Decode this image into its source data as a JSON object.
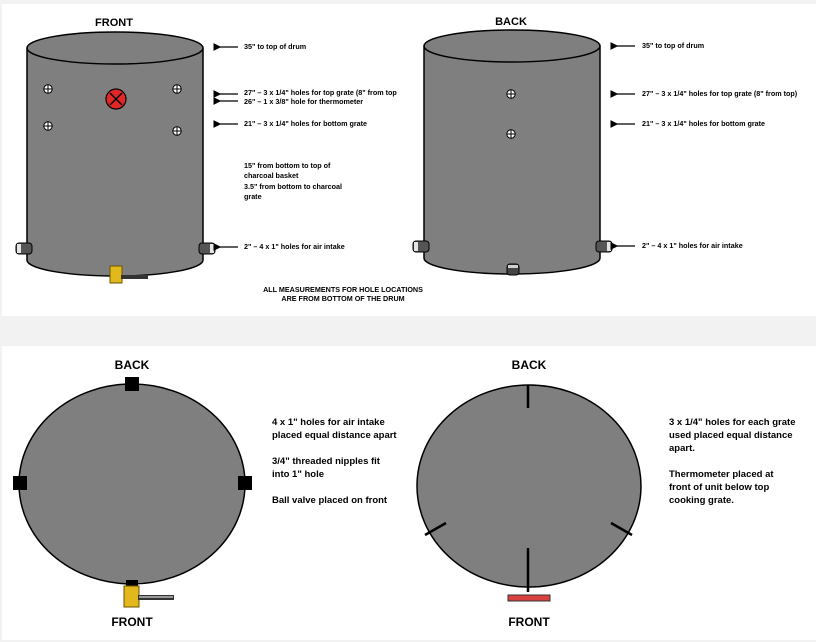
{
  "colors": {
    "drum_fill": "#7f7f7f",
    "outline": "#000000",
    "valve": "#e3b81c",
    "thermometer": "#e32626",
    "thermometer_bar": "#d94040"
  },
  "side_views": {
    "front": {
      "title": "FRONT",
      "annotations": [
        "35\" to top of drum",
        "27\" – 3 x 1/4\" holes for top grate (8\" from top",
        "26\" – 1 x 3/8\" hole  for thermometer",
        "21\" – 3 x 1/4\" holes for bottom grate",
        "15\" from bottom to top of",
        "charcoal basket",
        "3.5\" from bottom to charcoal",
        "grate",
        "2\" – 4 x 1\" holes for air intake"
      ]
    },
    "back": {
      "title": "BACK",
      "annotations": [
        "35\" to top of drum",
        "27\" – 3 x 1/4\" holes for top grate (8\" from top)",
        "21\" – 3 x 1/4\" holes for bottom grate",
        "2\" – 4 x 1\" holes for air intake"
      ]
    },
    "footnote": [
      "ALL MEASUREMENTS FOR HOLE LOCATIONS",
      "ARE FROM BOTTOM OF THE DRUM"
    ]
  },
  "top_views": {
    "left": {
      "back_label": "BACK",
      "front_label": "FRONT",
      "notes": [
        "4 x 1\" holes for air intake",
        "placed equal distance apart",
        "3/4\" threaded nipples fit",
        "into 1\" hole",
        "Ball valve placed on front"
      ]
    },
    "right": {
      "back_label": "BACK",
      "front_label": "FRONT",
      "notes": [
        "3 x 1/4\" holes for each grate",
        "used placed equal distance",
        "apart.",
        "Thermometer placed at",
        "front of unit below top",
        "cooking grate."
      ]
    }
  }
}
